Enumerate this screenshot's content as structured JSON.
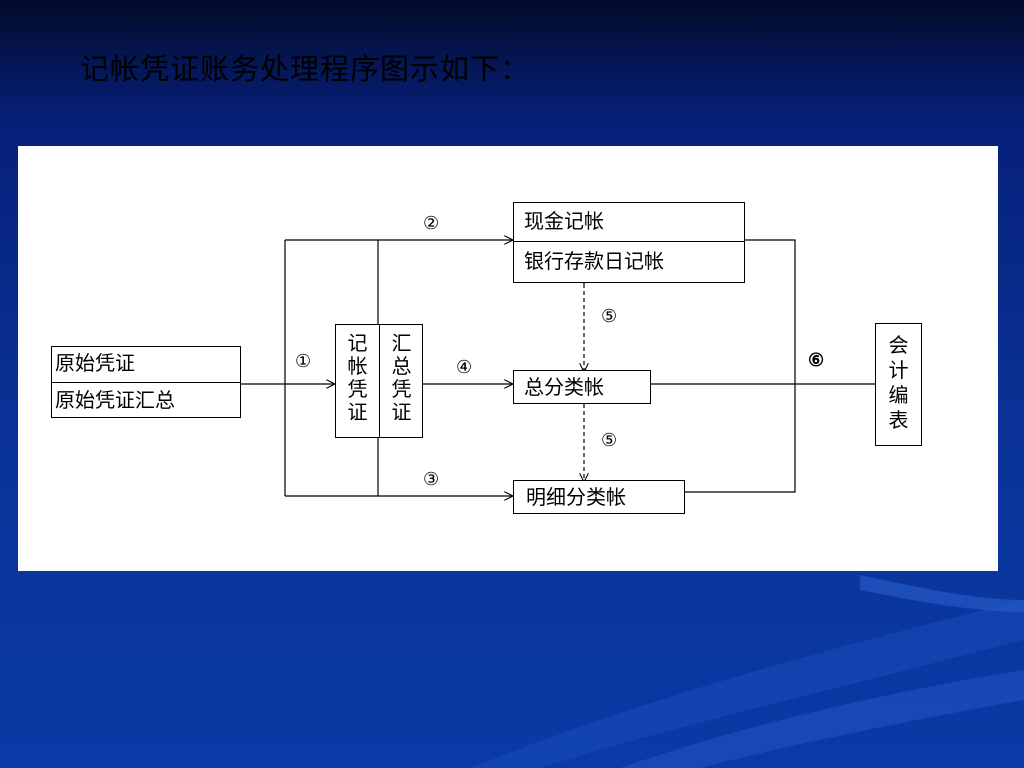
{
  "slide": {
    "title": "记帐凭证账务处理程序图示如下："
  },
  "diagram": {
    "source_box": {
      "line1": "原始凭证",
      "line2": "原始凭证汇总"
    },
    "voucher_box": {
      "col1": [
        "记",
        "帐",
        "凭",
        "证"
      ],
      "col2": [
        "汇",
        "总",
        "凭",
        "证"
      ]
    },
    "cash_box": {
      "line1": "现金记帐",
      "line2": "银行存款日记帐"
    },
    "general_ledger_box": {
      "label": "总分类帐"
    },
    "subsidiary_ledger_box": {
      "label": "明细分类帐"
    },
    "report_box": {
      "chars": [
        "会",
        "计",
        "编",
        "表"
      ]
    },
    "step_labels": {
      "s1": "①",
      "s2": "②",
      "s3": "③",
      "s4": "④",
      "s5_upper": "⑤",
      "s5_lower": "⑤",
      "s6": "⑥"
    }
  },
  "colors": {
    "background_top": "#030b2a",
    "background_bottom": "#0a3aa6",
    "panel": "#ffffff"
  }
}
